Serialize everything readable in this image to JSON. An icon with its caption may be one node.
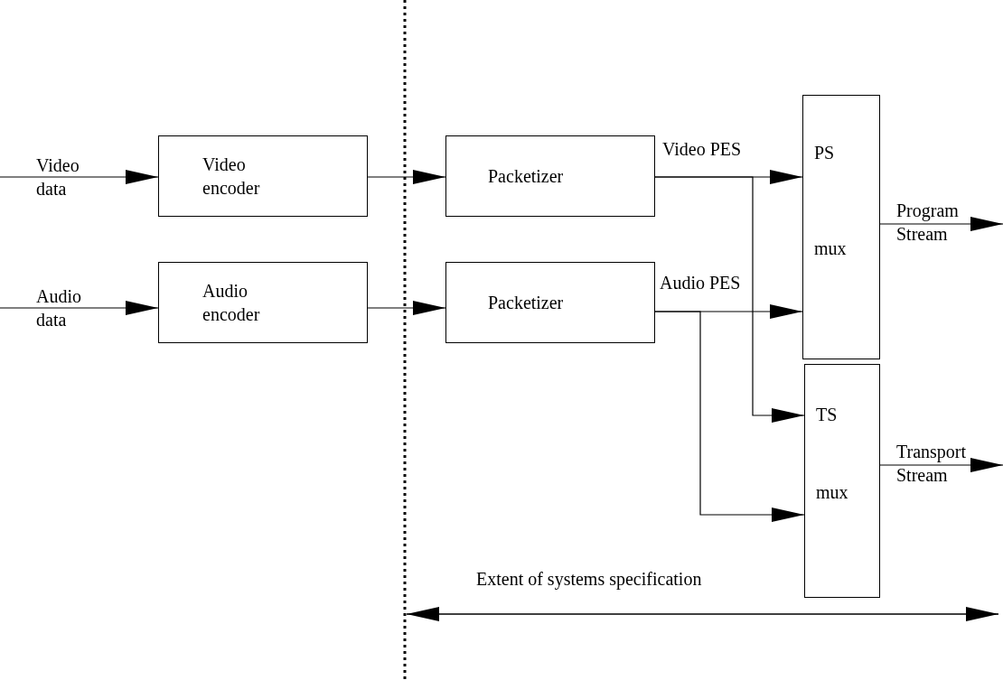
{
  "diagram": {
    "nodes": [
      {
        "text": [
          "Video encoder"
        ]
      },
      {
        "text": [
          "Audio encoder"
        ]
      },
      {
        "text": [
          "Packetizer"
        ]
      },
      {
        "text": [
          "Packetizer"
        ]
      },
      {
        "text": [
          "PS",
          "mux"
        ]
      },
      {
        "text": [
          "TS",
          "mux"
        ]
      }
    ],
    "edges": [
      {
        "from": null,
        "to": 0,
        "arrow": "to",
        "label": "Video data"
      },
      {
        "from": null,
        "to": 1,
        "arrow": "to",
        "label": "Audio data"
      },
      {
        "from": 0,
        "to": 2,
        "arrow": "to"
      },
      {
        "from": 1,
        "to": 3,
        "arrow": "to"
      },
      {
        "from": 2,
        "to": 4,
        "arrow": "to",
        "label": "Video PES"
      },
      {
        "from": 3,
        "to": 4,
        "arrow": "to",
        "label": "Audio PES"
      },
      {
        "from": 2,
        "to": 5,
        "arrow": "to"
      },
      {
        "from": 3,
        "to": 5,
        "arrow": "to"
      },
      {
        "from": 4,
        "to": null,
        "arrow": "to",
        "label": "Program Stream"
      },
      {
        "from": 5,
        "to": null,
        "arrow": "to",
        "label": "Transport Stream"
      }
    ],
    "labels": [
      "Extent of systems specification"
    ]
  }
}
